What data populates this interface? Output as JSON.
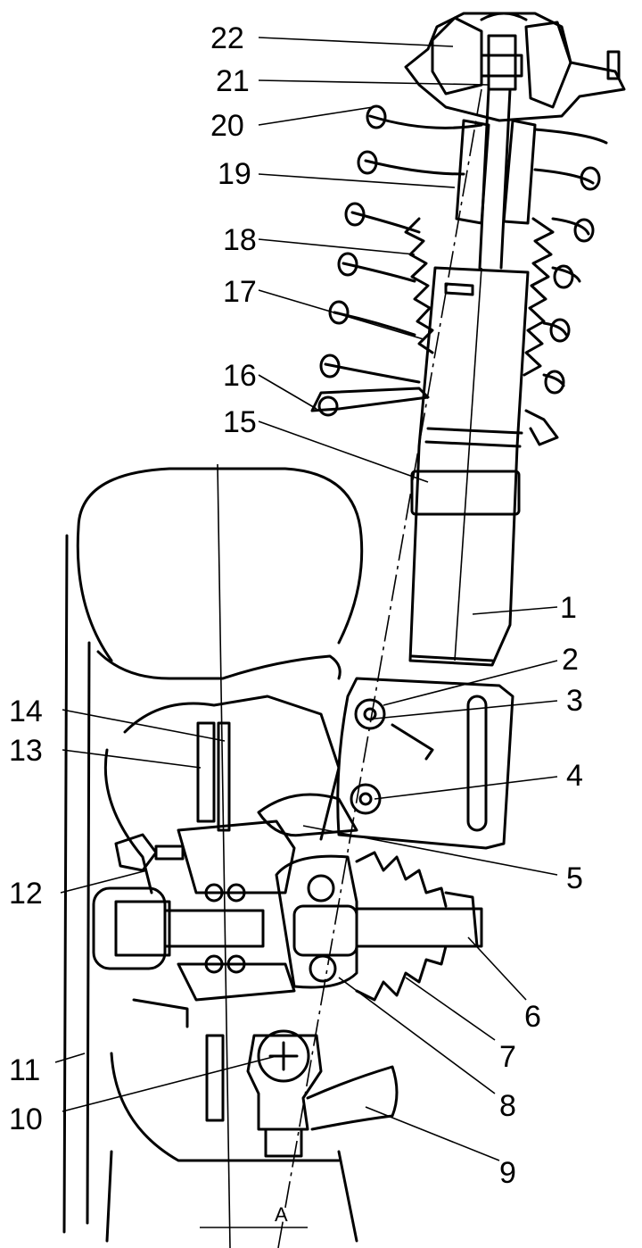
{
  "figure": {
    "labels": [
      "1",
      "2",
      "3",
      "4",
      "5",
      "6",
      "7",
      "8",
      "9",
      "10",
      "11",
      "12",
      "13",
      "14",
      "15",
      "16",
      "17",
      "18",
      "19",
      "20",
      "21",
      "22"
    ],
    "dimension_label": "A"
  }
}
